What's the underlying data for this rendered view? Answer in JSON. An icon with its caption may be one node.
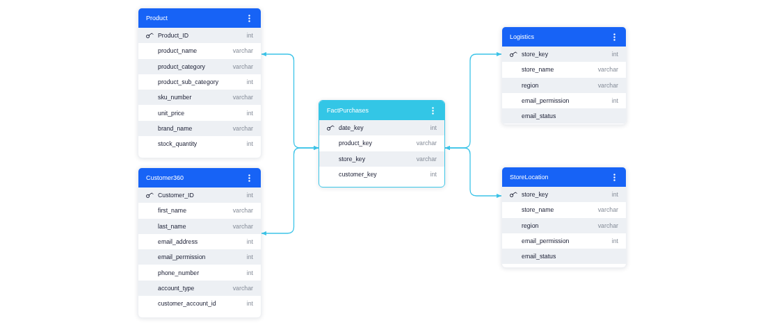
{
  "diagram": {
    "nodes": [
      {
        "text": [
          "Product"
        ]
      },
      {
        "text": [
          "Product_ID",
          "int"
        ],
        "in": 0
      },
      {
        "text": [
          "product_name",
          "varchar"
        ],
        "in": 0
      },
      {
        "text": [
          "product_category",
          "varchar"
        ],
        "in": 0
      },
      {
        "text": [
          "product_sub_category",
          "int"
        ],
        "in": 0
      },
      {
        "text": [
          "sku_number",
          "varchar"
        ],
        "in": 0
      },
      {
        "text": [
          "unit_price",
          "int"
        ],
        "in": 0
      },
      {
        "text": [
          "brand_name",
          "varchar"
        ],
        "in": 0
      },
      {
        "text": [
          "stock_quantity",
          "int"
        ],
        "in": 0
      },
      {
        "text": [
          "Customer360"
        ]
      },
      {
        "text": [
          "Customer_ID",
          "int"
        ],
        "in": 9
      },
      {
        "text": [
          "first_name",
          "varchar"
        ],
        "in": 9
      },
      {
        "text": [
          "last_name",
          "varchar"
        ],
        "in": 9
      },
      {
        "text": [
          "email_address",
          "int"
        ],
        "in": 9
      },
      {
        "text": [
          "email_permission",
          "int"
        ],
        "in": 9
      },
      {
        "text": [
          "phone_number",
          "int"
        ],
        "in": 9
      },
      {
        "text": [
          "account_type",
          "varchar"
        ],
        "in": 9
      },
      {
        "text": [
          "customer_account_id",
          "int"
        ],
        "in": 9
      },
      {
        "text": [
          "FactPurchases"
        ]
      },
      {
        "text": [
          "date_key",
          "int"
        ],
        "in": 18
      },
      {
        "text": [
          "product_key",
          "varchar"
        ],
        "in": 18
      },
      {
        "text": [
          "store_key",
          "varchar"
        ],
        "in": 18
      },
      {
        "text": [
          "customer_key",
          "int"
        ],
        "in": 18
      },
      {
        "text": [
          "Logistics"
        ]
      },
      {
        "text": [
          "store_key",
          "int"
        ],
        "in": 23
      },
      {
        "text": [
          "store_name",
          "varchar"
        ],
        "in": 23
      },
      {
        "text": [
          "region",
          "varchar"
        ],
        "in": 23
      },
      {
        "text": [
          "email_permission",
          "int"
        ],
        "in": 23
      },
      {
        "text": [
          "email_status"
        ],
        "in": 23
      },
      {
        "text": [
          "StoreLocation"
        ]
      },
      {
        "text": [
          "store_key",
          "int"
        ],
        "in": 29
      },
      {
        "text": [
          "store_name",
          "varchar"
        ],
        "in": 29
      },
      {
        "text": [
          "region",
          "varchar"
        ],
        "in": 29
      },
      {
        "text": [
          "email_permission",
          "int"
        ],
        "in": 29
      },
      {
        "text": [
          "email_status"
        ],
        "in": 29
      }
    ],
    "edges": [
      {
        "from": 0,
        "to": 18,
        "arrow": "both"
      },
      {
        "from": 9,
        "to": 18,
        "arrow": "both"
      },
      {
        "from": 18,
        "to": 23,
        "arrow": "both"
      },
      {
        "from": 18,
        "to": 29,
        "arrow": "both"
      }
    ]
  }
}
